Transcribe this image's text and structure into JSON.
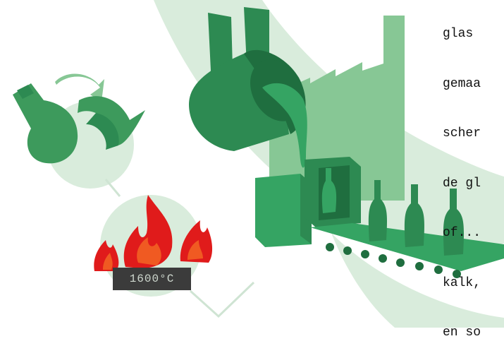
{
  "text_lines": [
    "glas",
    "gemaa",
    "scher",
    "de gl",
    "of...",
    "kalk,",
    "en so"
  ],
  "temperature_label": "1600°C",
  "colors": {
    "dark_green": "#2d8a52",
    "mid_green": "#35a463",
    "light_green": "#87c795",
    "pale_green": "#d9ecdc",
    "flame_red": "#e01b1b",
    "flame_orange": "#f05a22",
    "label_bg": "#3b3b3b"
  },
  "icons": [
    "broken-bottle-icon",
    "recycle-arrows-icon",
    "flame-icon",
    "factory-icon",
    "pouring-pot-icon",
    "glass-bottle-icon",
    "conveyor-belt-icon"
  ]
}
